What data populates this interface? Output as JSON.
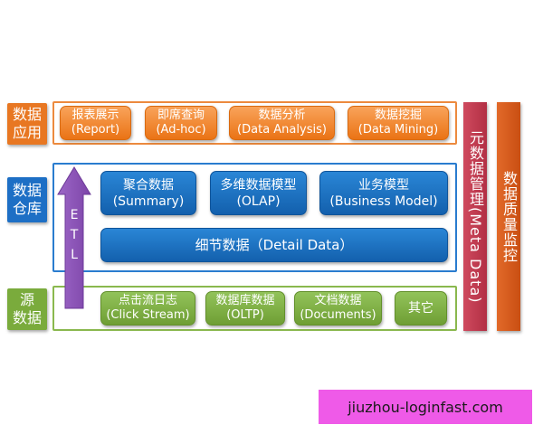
{
  "layers": {
    "app": {
      "line1": "数据",
      "line2": "应用",
      "color": "#e87722"
    },
    "warehouse": {
      "line1": "数据",
      "line2": "仓库",
      "color": "#1d6fc5"
    },
    "source": {
      "line1": "源",
      "line2": "数据",
      "color": "#7aab3c"
    }
  },
  "app_tiles": [
    {
      "cn": "报表展示",
      "en": "(Report)"
    },
    {
      "cn": "即席查询",
      "en": "(Ad-hoc)"
    },
    {
      "cn": "数据分析",
      "en": "(Data Analysis)"
    },
    {
      "cn": "数据挖掘",
      "en": "(Data Mining)"
    }
  ],
  "warehouse_tiles": [
    {
      "cn": "聚合数据",
      "en": "(Summary)"
    },
    {
      "cn": "多维数据模型",
      "en": "(OLAP)"
    },
    {
      "cn": "业务模型",
      "en": "(Business Model)"
    }
  ],
  "detail": {
    "text": "细节数据（Detail Data）"
  },
  "etl": {
    "text": "ETL",
    "color": "#8e55b8"
  },
  "source_tiles": [
    {
      "cn": "点击流日志",
      "en": "(Click Stream)"
    },
    {
      "cn": "数据库数据",
      "en": "(OLTP)"
    },
    {
      "cn": "文档数据",
      "en": "(Documents)"
    },
    {
      "cn": "其它",
      "en": ""
    }
  ],
  "meta": {
    "text": "元数据管理(Meta Data)",
    "color": "#c0394d"
  },
  "quality": {
    "text": "数据质量监控",
    "color": "#d85a1a"
  },
  "watermark": {
    "text": "jiuzhou-loginfast.com"
  }
}
